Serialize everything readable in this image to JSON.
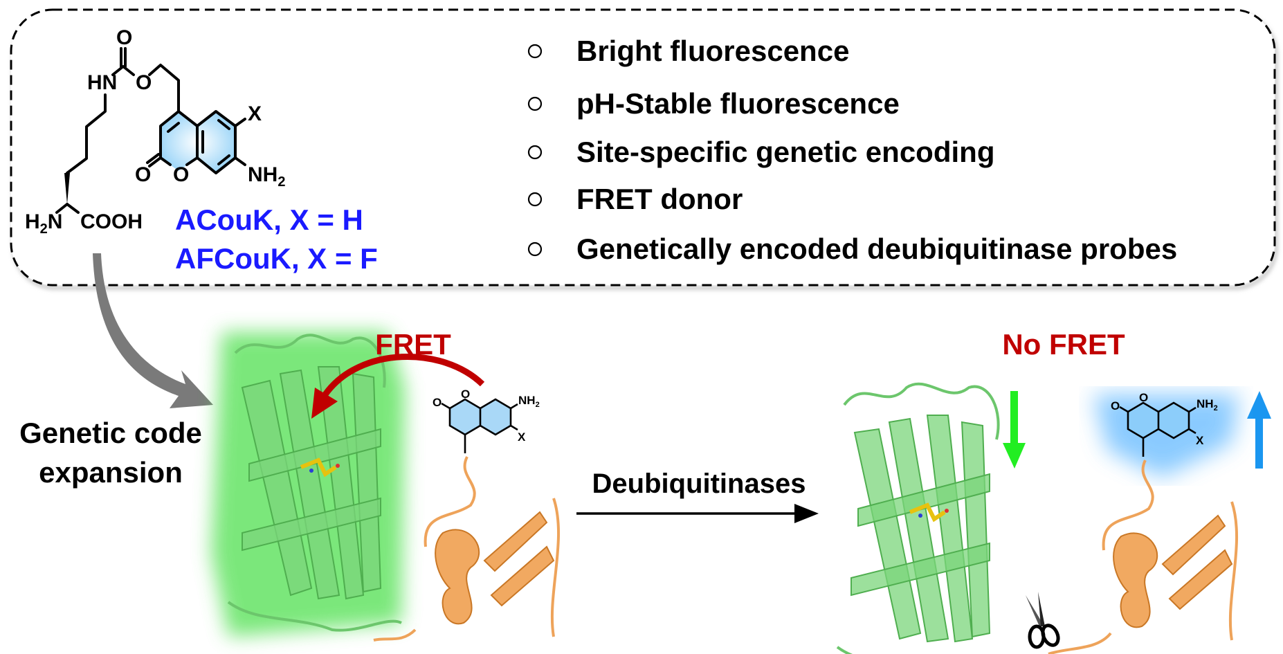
{
  "structure": {
    "atoms": {
      "O_top": "O",
      "HN": "HN",
      "O_ester": "O",
      "X": "X",
      "O_carbonyl": "O",
      "O_ring": "O",
      "NH2": "NH",
      "NH2_sub": "2",
      "H2N": "H",
      "H2N_sub": "2",
      "H2N_N": "N",
      "COOH": "COOH"
    },
    "compound_labels": [
      "ACouK, X = H",
      "AFCouK, X = F"
    ],
    "label_color": "#1a1aff"
  },
  "features": [
    "Bright fluorescence",
    "pH-Stable fluorescence",
    "Site-specific genetic encoding",
    "FRET donor",
    "Genetically encoded deubiquitinase probes"
  ],
  "process": {
    "step_label_line1": "Genetic code",
    "step_label_line2": "expansion",
    "fret_label": "FRET",
    "no_fret_label": "No FRET",
    "enzyme_label": "Deubiquitinases",
    "fret_color": "#c00000"
  },
  "small_molecule": {
    "O1": "O",
    "O2": "O",
    "NH2": "NH",
    "sub": "2",
    "X": "X"
  }
}
